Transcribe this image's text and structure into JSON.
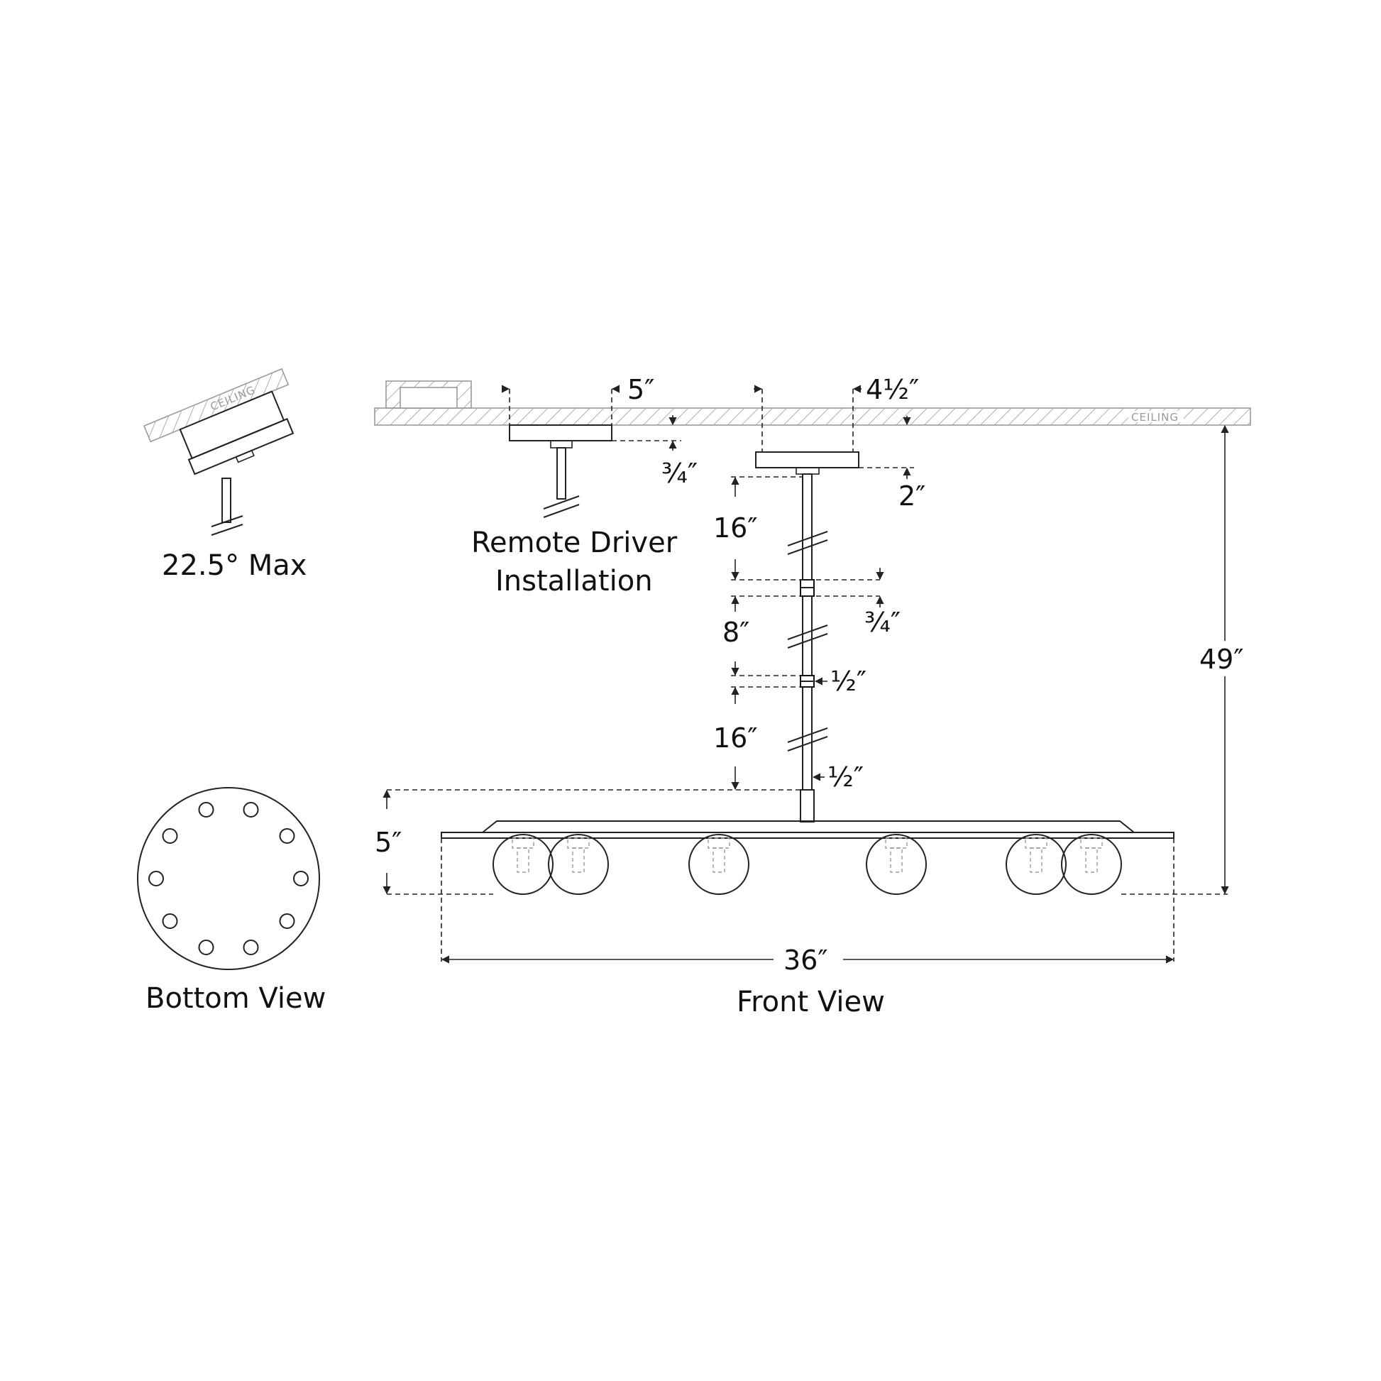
{
  "ceiling_label": "CEILING",
  "views": {
    "tilt_caption": "22.5° Max",
    "remote_caption_line1": "Remote Driver",
    "remote_caption_line2": "Installation",
    "bottom_caption": "Bottom View",
    "front_caption": "Front View"
  },
  "dimensions": {
    "remote_canopy_width": "5″",
    "remote_canopy_height": "¾″",
    "canopy_width": "4½″",
    "canopy_height": "2″",
    "stem_upper": "16″",
    "coupler_upper": "¾″",
    "stem_middle": "8″",
    "coupler_lower": "½″",
    "stem_lower": "16″",
    "stem_bottom_gap": "½″",
    "fixture_height": "5″",
    "overall_height": "49″",
    "overall_width": "36″"
  },
  "bottom_view": {
    "light_count": 10
  }
}
